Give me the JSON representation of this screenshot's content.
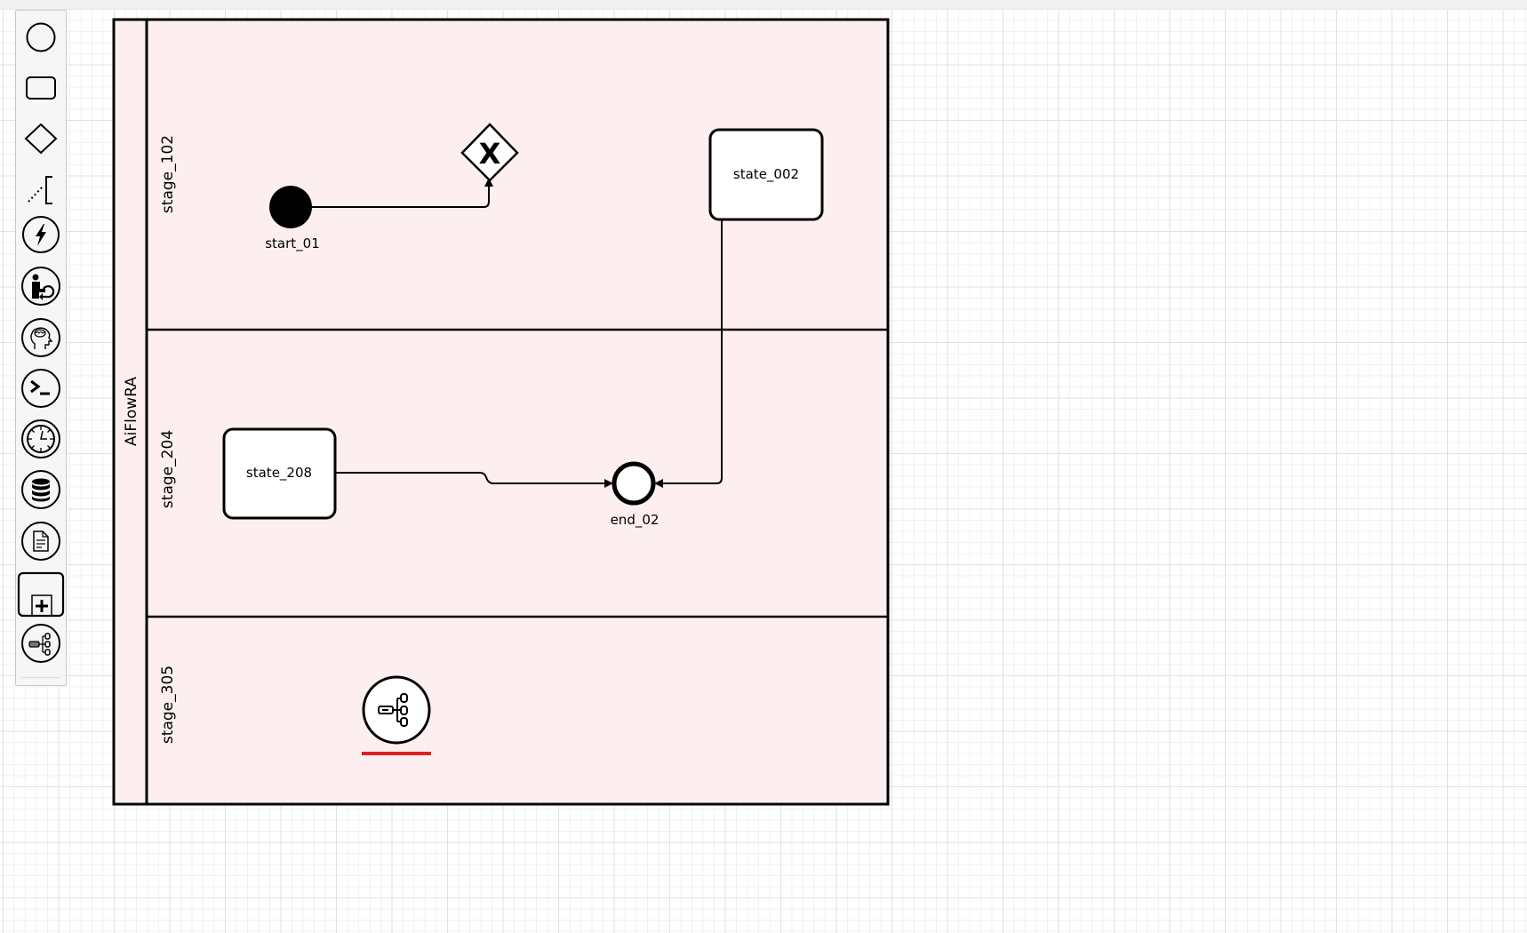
{
  "palette": {
    "tools": [
      {
        "name": "start-event-tool",
        "icon": "circle-icon"
      },
      {
        "name": "task-tool",
        "icon": "rounded-rect-icon"
      },
      {
        "name": "gateway-tool",
        "icon": "diamond-icon"
      },
      {
        "name": "annotation-tool",
        "icon": "text-annotation-icon"
      },
      {
        "name": "trigger-event-tool",
        "icon": "lightning-icon"
      },
      {
        "name": "user-task-tool",
        "icon": "user-icon"
      },
      {
        "name": "ai-task-tool",
        "icon": "brain-icon"
      },
      {
        "name": "script-task-tool",
        "icon": "terminal-icon"
      },
      {
        "name": "timer-event-tool",
        "icon": "clock-icon"
      },
      {
        "name": "data-store-tool",
        "icon": "database-icon"
      },
      {
        "name": "document-tool",
        "icon": "document-icon"
      },
      {
        "name": "subprocess-tool",
        "icon": "subprocess-plus-icon"
      },
      {
        "name": "call-activity-tool",
        "icon": "hierarchy-icon"
      }
    ]
  },
  "diagram": {
    "pool": {
      "label": "AiFlowRA",
      "fill": "#fdefef"
    },
    "lanes": [
      {
        "label": "stage_102"
      },
      {
        "label": "stage_204"
      },
      {
        "label": "stage_305"
      }
    ],
    "nodes": {
      "start": {
        "label": "start_01",
        "type": "start-event"
      },
      "gateway": {
        "label": "",
        "type": "exclusive-gateway",
        "marker": "X"
      },
      "state_002": {
        "label": "state_002",
        "type": "task"
      },
      "state_208": {
        "label": "state_208",
        "type": "task"
      },
      "end": {
        "label": "end_02",
        "type": "end-event"
      },
      "subprocess": {
        "label": "",
        "type": "call-activity",
        "underline_color": "#e02020"
      }
    },
    "edges": [
      {
        "from": "start_01",
        "to": "gateway"
      },
      {
        "from": "state_002",
        "to": "end_02"
      },
      {
        "from": "state_208",
        "to": "end_02"
      }
    ]
  }
}
